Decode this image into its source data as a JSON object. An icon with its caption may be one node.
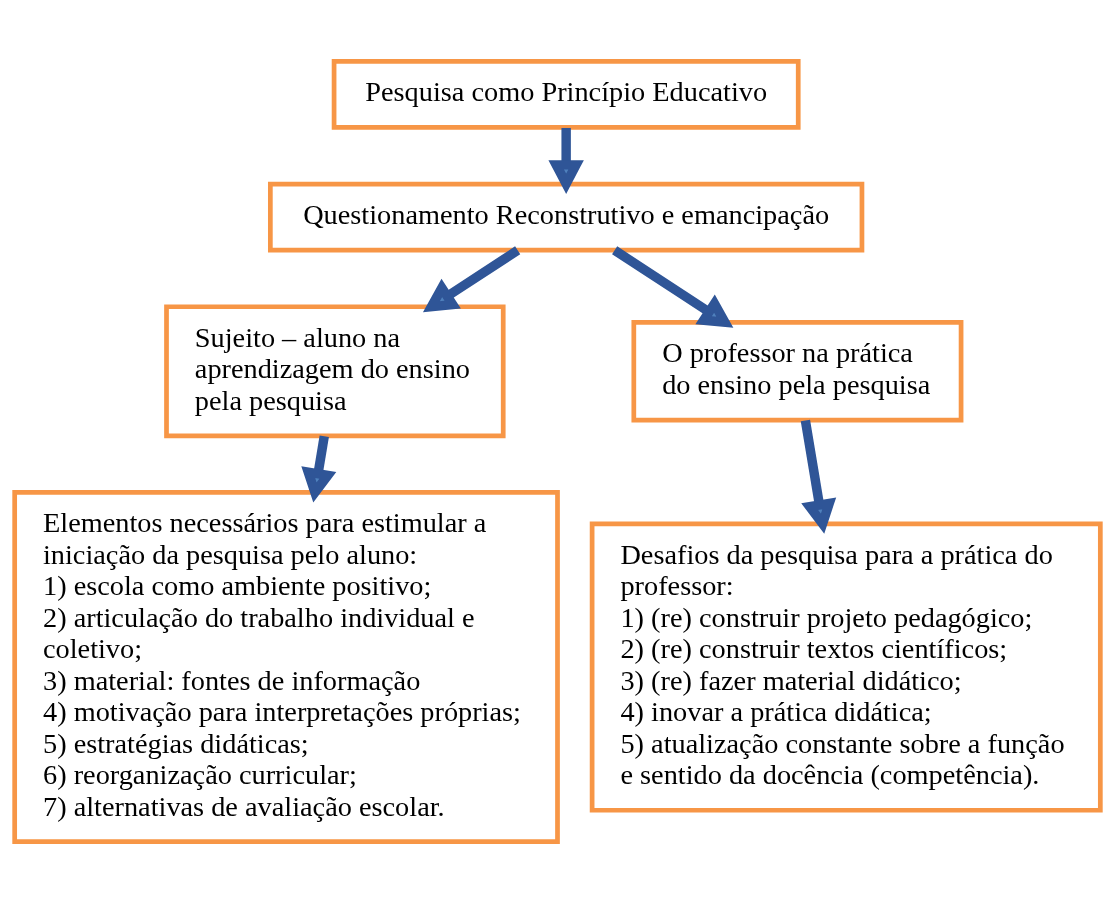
{
  "diagram": {
    "nodes": [
      {
        "text": [
          "Pesquisa como Princípio Educativo"
        ]
      },
      {
        "text": [
          "Questionamento Reconstrutivo e emancipação"
        ]
      },
      {
        "text": [
          "Sujeito – aluno na aprendizagem do ensino pela pesquisa"
        ]
      },
      {
        "text": [
          "O professor na prática do ensino pela pesquisa"
        ]
      },
      {
        "text": [
          "Elementos necessários para estimular a iniciação da pesquisa pelo aluno:",
          "1) escola como ambiente positivo;",
          "2) articulação do trabalho individual e coletivo;",
          "3) material: fontes de informação",
          "4) motivação para interpretações próprias;",
          "5) estratégias didáticas;",
          "6) reorganização curricular;",
          "7) alternativas de avaliação escolar."
        ]
      },
      {
        "text": [
          "Desafios da pesquisa para a prática do professor:",
          "1) (re) construir projeto pedagógico;",
          "2) (re) construir textos científicos;",
          "3) (re) fazer material didático;",
          "4) inovar a prática didática;",
          "5) atualização constante sobre a função e sentido da docência (competência)."
        ]
      }
    ],
    "edges": [
      {
        "from": 0,
        "to": 1,
        "arrow": "to"
      },
      {
        "from": 1,
        "to": 2,
        "arrow": "to"
      },
      {
        "from": 1,
        "to": 3,
        "arrow": "to"
      },
      {
        "from": 2,
        "to": 4,
        "arrow": "to"
      },
      {
        "from": 3,
        "to": 5,
        "arrow": "to"
      }
    ]
  }
}
